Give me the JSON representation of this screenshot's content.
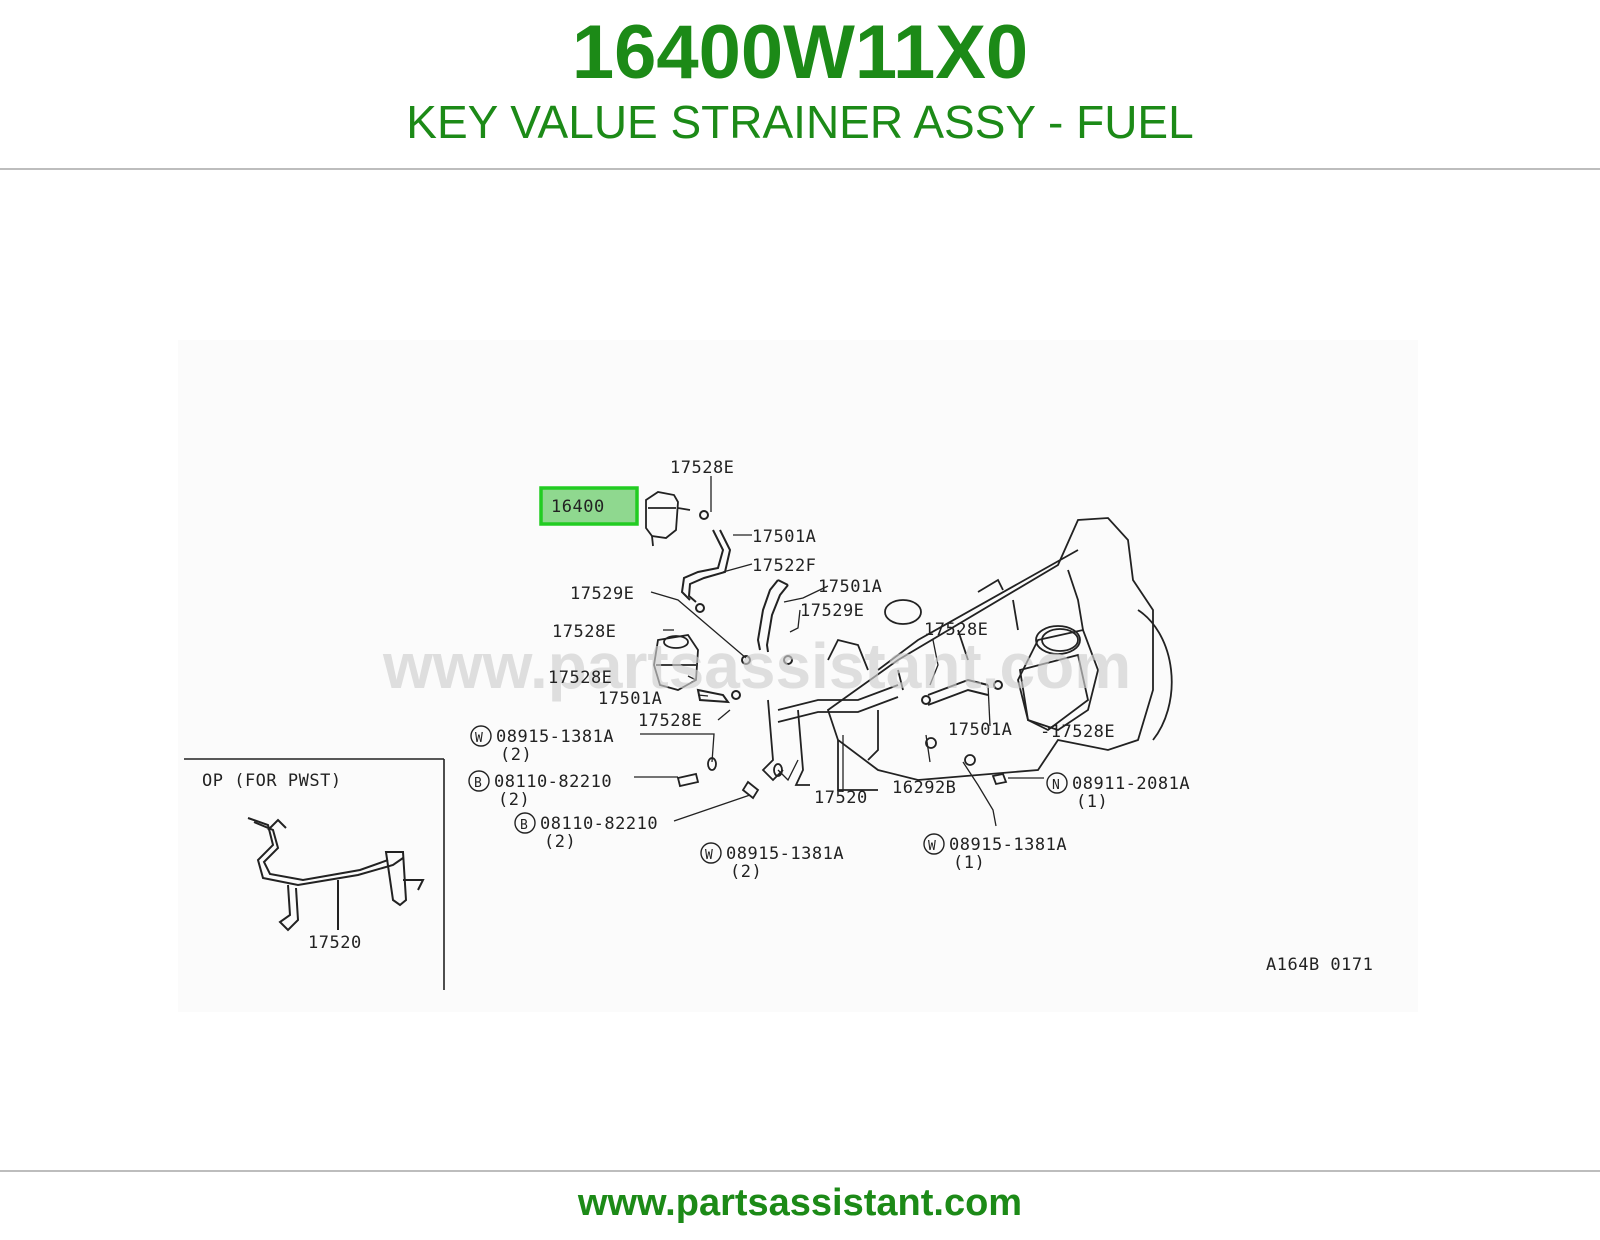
{
  "header": {
    "part_number": "16400W11X0",
    "part_name": "KEY VALUE STRAINER ASSY - FUEL"
  },
  "diagram": {
    "highlighted_part": "16400",
    "watermark": "www.partsassistant.com",
    "inset_title": "OP (FOR PWST)",
    "inset_label": "17520",
    "figure_code": "A164B 0171",
    "labels": {
      "l_17528E_top": "17528E",
      "l_17501A_1": "17501A",
      "l_17522F": "17522F",
      "l_17501A_2": "17501A",
      "l_17529E_left": "17529E",
      "l_17529E_right": "17529E",
      "l_17528E_mid": "17528E",
      "l_17528E_right": "17528E",
      "l_17528E_low": "17528E",
      "l_17501A_3": "17501A",
      "l_17528E_low2": "17528E",
      "l_17501A_4": "17501A",
      "l_17528E_far": "-17528E",
      "l_w1": "08915-1381A",
      "l_w1_qty": "(2)",
      "l_b1": "08110-82210",
      "l_b1_qty": "(2)",
      "l_b2": "08110-82210",
      "l_b2_qty": "(2)",
      "l_17520": "17520",
      "l_16292B": "16292B",
      "l_n1": "08911-2081A",
      "l_n1_qty": "(1)",
      "l_w2": "08915-1381A",
      "l_w2_qty": "(2)",
      "l_w3": "08915-1381A",
      "l_w3_qty": "(1)"
    },
    "letters": {
      "w": "W",
      "b": "B",
      "n": "N"
    }
  },
  "footer": {
    "url": "www.partsassistant.com"
  },
  "colors": {
    "brand_green": "#1c8a17",
    "highlight_border": "#22cc22",
    "highlight_fill": "#8fd88f"
  }
}
